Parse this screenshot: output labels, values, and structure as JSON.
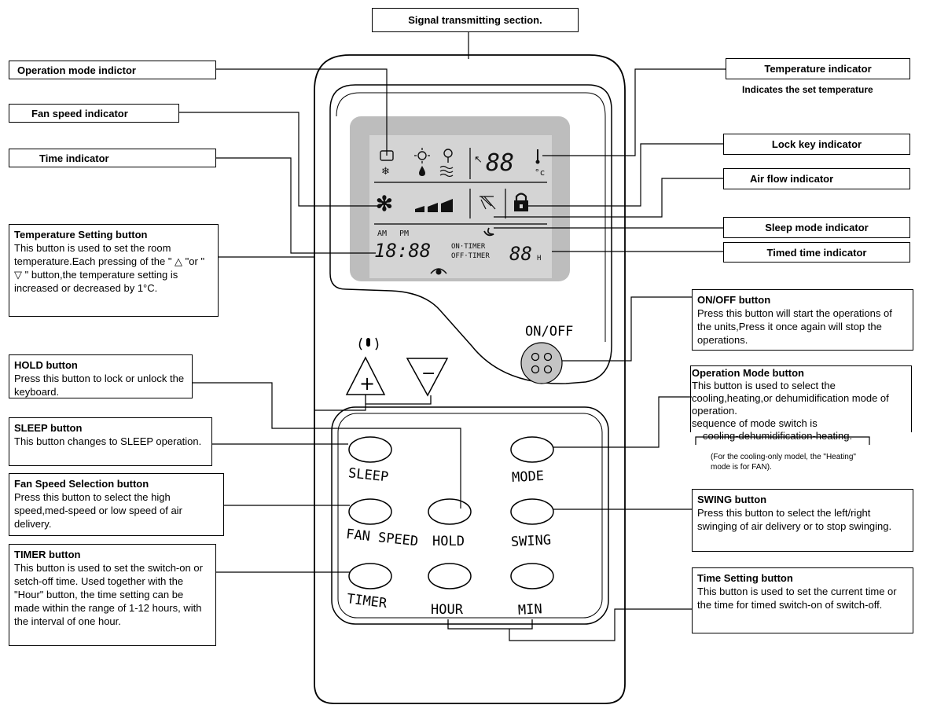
{
  "callouts": {
    "signal": "Signal transmitting section.",
    "operation_mode_indicator": "Operation mode indictor",
    "fan_speed_indicator": "Fan speed indicator",
    "time_indicator": "Time indicator",
    "temperature_indicator": "Temperature indicator",
    "temperature_indicator_note": "Indicates the set temperature",
    "lock_key_indicator": "Lock key indicator",
    "air_flow_indicator": "Air flow indicator",
    "sleep_mode_indicator": "Sleep mode indicator",
    "timed_time_indicator": "Timed time indicator"
  },
  "descriptions": {
    "temp_setting": {
      "title": "Temperature Setting button",
      "body": "This button is used to set the room temperature.Each pressing of the \" △ \"or \" ▽ \" button,the temperature setting is increased or decreased by 1°C."
    },
    "hold": {
      "title": "HOLD button",
      "body": "Press this button to lock or unlock the keyboard."
    },
    "sleep": {
      "title": "SLEEP button",
      "body": "This button changes to SLEEP operation."
    },
    "fan_speed": {
      "title": "Fan Speed Selection  button",
      "body": "Press this button to select the high speed,med-speed or low speed of air delivery."
    },
    "timer": {
      "title": "TIMER  button",
      "body": "This button is used to set the switch-on or setch-off time. Used together with the \"Hour\" button, the time setting can be made within the range of 1-12 hours, with the interval of one hour."
    },
    "onoff": {
      "title": "ON/OFF  button",
      "body": "Press this button will start the operations of the units,Press it once again will stop the operations."
    },
    "mode": {
      "title": "Operation Mode  button",
      "body": "This button is used to select the cooling,heating,or dehumidification mode of operation.",
      "sequence_label": "sequence of mode switch is",
      "sequence": "cooling-dehumidification-heating."
    },
    "mode_note": "(For the cooling-only model, the \"Heating\" mode is for FAN).",
    "swing": {
      "title": "SWING  button",
      "body": "Press this button to select the left/right swinging of air delivery or to stop swinging."
    },
    "time_setting": {
      "title": "Time Setting  button",
      "body": "This button is used to set the current time or the time for timed switch-on of switch-off."
    }
  },
  "remote": {
    "onoff_label": "ON/OFF",
    "buttons": {
      "sleep": "SLEEP",
      "mode": "MODE",
      "fan_speed": "FAN SPEED",
      "hold": "HOLD",
      "swing": "SWING",
      "timer": "TIMER",
      "hour": "HOUR",
      "min": "MIN"
    },
    "plus": "+",
    "minus": "−",
    "lcd": {
      "temp_digits": "88",
      "temp_unit": "°c",
      "am": "AM",
      "pm": "PM",
      "clock": "18:88",
      "on_timer": "ON·TIMER",
      "off_timer": "OFF·TIMER",
      "timer_digits": "88",
      "timer_unit": "H"
    }
  },
  "colors": {
    "lcd_bezel": "#bdbdbd",
    "lcd_screen": "#d4d4d4",
    "onoff_button": "#c4c4c4"
  }
}
